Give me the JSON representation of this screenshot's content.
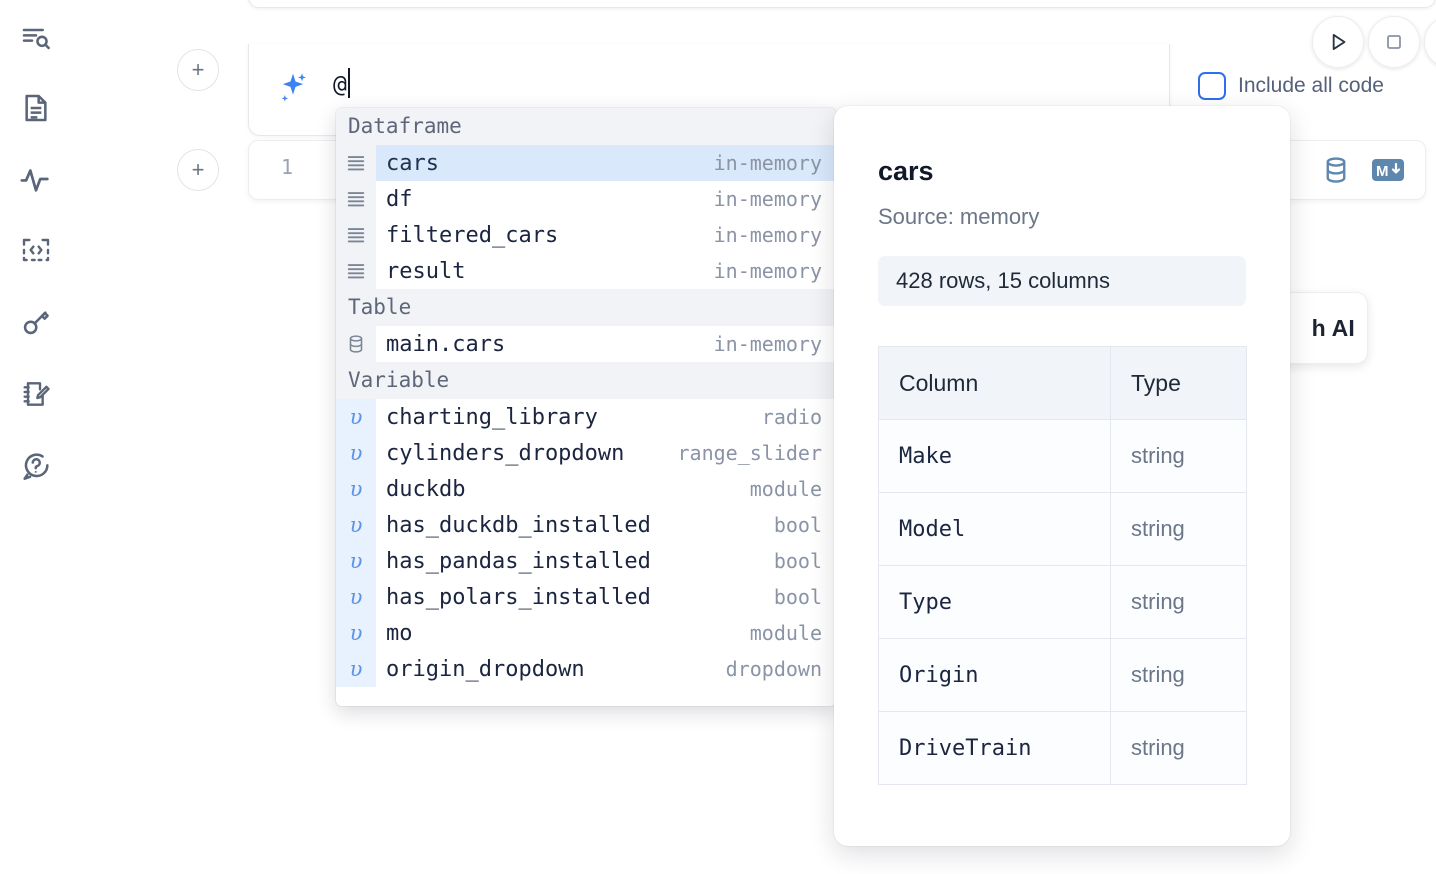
{
  "app": {
    "rail_icons": [
      {
        "name": "search-files-icon"
      },
      {
        "name": "document-icon"
      },
      {
        "name": "activity-icon"
      },
      {
        "name": "code-snippet-icon"
      },
      {
        "name": "key-icon"
      },
      {
        "name": "notebook-edit-icon"
      },
      {
        "name": "help-chat-icon"
      }
    ]
  },
  "toolbar": {
    "run_icon": "play-icon",
    "stop_icon": "stop-square-icon",
    "include_all_code_label": "Include all code",
    "include_all_code_checked": false,
    "accent_color": "#2f6fed"
  },
  "prompt": {
    "icon": "ai-sparkle-icon",
    "value": "@",
    "add_cell_label": "+"
  },
  "cell": {
    "line_number": "1",
    "icons": [
      "database-icon",
      "markdown-icon"
    ]
  },
  "ai_card": {
    "label": "h AI"
  },
  "autocomplete": {
    "groups": [
      {
        "label": "Dataframe",
        "kind": "df",
        "icon": "list-rows-icon",
        "items": [
          {
            "name": "cars",
            "kind": "in-memory",
            "selected": true
          },
          {
            "name": "df",
            "kind": "in-memory",
            "selected": false
          },
          {
            "name": "filtered_cars",
            "kind": "in-memory",
            "selected": false
          },
          {
            "name": "result",
            "kind": "in-memory",
            "selected": false
          }
        ]
      },
      {
        "label": "Table",
        "kind": "tbl",
        "icon": "database-icon",
        "items": [
          {
            "name": "main.cars",
            "kind": "in-memory",
            "selected": false
          }
        ]
      },
      {
        "label": "Variable",
        "kind": "var",
        "icon": "variable-upsilon-icon",
        "items": [
          {
            "name": "charting_library",
            "kind": "radio",
            "selected": false
          },
          {
            "name": "cylinders_dropdown",
            "kind": "range_slider",
            "selected": false
          },
          {
            "name": "duckdb",
            "kind": "module",
            "selected": false
          },
          {
            "name": "has_duckdb_installed",
            "kind": "bool",
            "selected": false
          },
          {
            "name": "has_pandas_installed",
            "kind": "bool",
            "selected": false
          },
          {
            "name": "has_polars_installed",
            "kind": "bool",
            "selected": false
          },
          {
            "name": "mo",
            "kind": "module",
            "selected": false
          },
          {
            "name": "origin_dropdown",
            "kind": "dropdown",
            "selected": false
          }
        ]
      }
    ]
  },
  "preview": {
    "title": "cars",
    "source": "Source: memory",
    "shape": "428 rows, 15 columns",
    "table": {
      "headers": [
        "Column",
        "Type"
      ],
      "rows": [
        [
          "Make",
          "string"
        ],
        [
          "Model",
          "string"
        ],
        [
          "Type",
          "string"
        ],
        [
          "Origin",
          "string"
        ],
        [
          "DriveTrain",
          "string"
        ]
      ]
    }
  }
}
